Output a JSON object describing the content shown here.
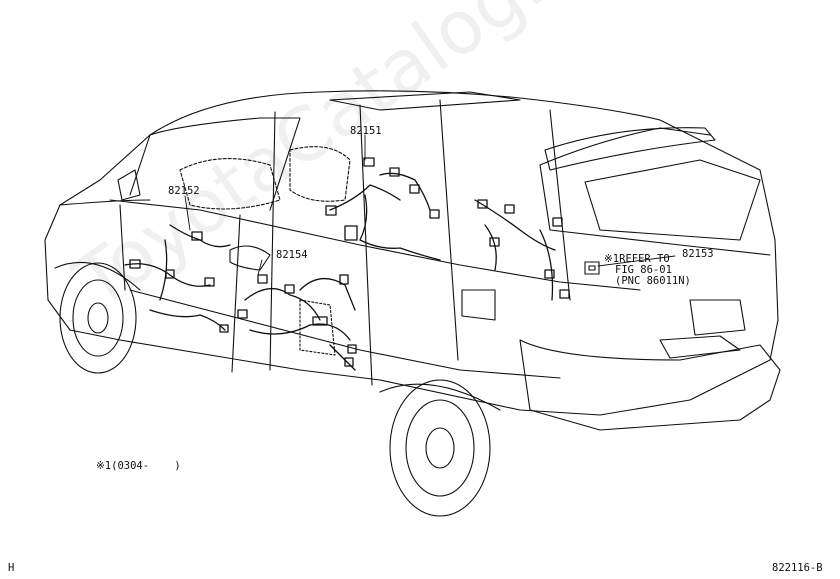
{
  "part_numbers": {
    "p82151": "82151",
    "p82152": "82152",
    "p82153": "82153",
    "p82154": "82154"
  },
  "reference_note": {
    "line1": "※1REFER TO",
    "line2": "FIG 86-01",
    "line3": "(PNC 86011N)"
  },
  "applicability_note": "※1(0304-    )",
  "corner_left": "H",
  "figure_code": "822116-B",
  "watermark": "ToyotaCatalog.ru",
  "colors": {
    "line": "#111111",
    "watermark": "#000000"
  }
}
